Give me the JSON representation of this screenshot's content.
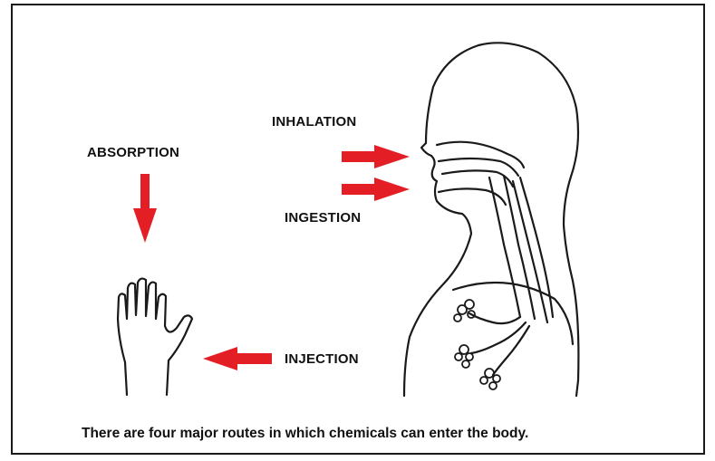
{
  "routes": {
    "absorption": "ABSORPTION",
    "inhalation": "INHALATION",
    "ingestion": "INGESTION",
    "injection": "INJECTION"
  },
  "caption": "There are four major routes in which chemicals can enter the body.",
  "colors": {
    "arrow": "#e41e25",
    "line": "#1a1a1a",
    "background": "#ffffff"
  }
}
